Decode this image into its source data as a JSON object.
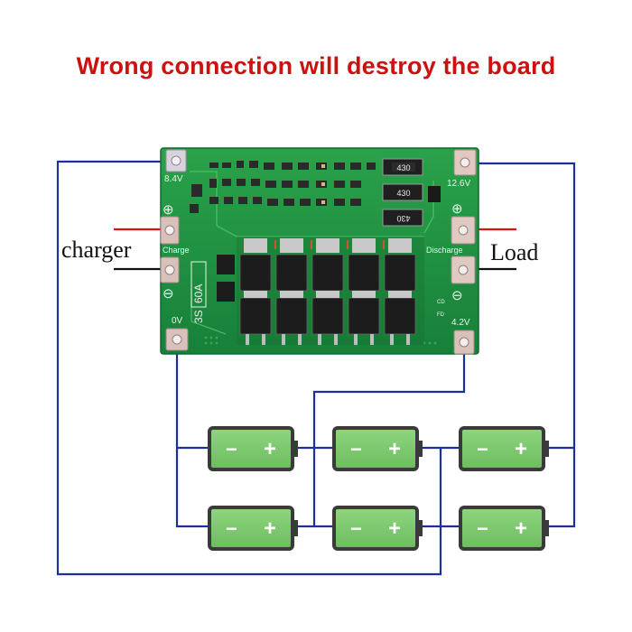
{
  "title": "Wrong connection will destroy the board",
  "labels": {
    "charger": "charger",
    "load": "Load"
  },
  "board": {
    "pad_8v4": "8.4V",
    "pad_12v6": "12.6V",
    "pad_0v": "0V",
    "pad_4v2": "4.2V",
    "charge": "Charge",
    "discharge": "Discharge",
    "plus_symbol": "⊕",
    "minus_symbol": "⊖",
    "model_3s": "3S",
    "model_60a": "60A",
    "resistor_code": "430",
    "resistor_code_flipped": "430",
    "led_mark": "CD",
    "led_mark2": "FD"
  },
  "battery": {
    "minus": "−",
    "plus": "+"
  },
  "colors": {
    "title": "#cc1111",
    "wire_blue": "#1c2fa0",
    "wire_red": "#dd1111",
    "pcb_green": "#1f8f3c",
    "battery_green": "#7cc96f"
  }
}
